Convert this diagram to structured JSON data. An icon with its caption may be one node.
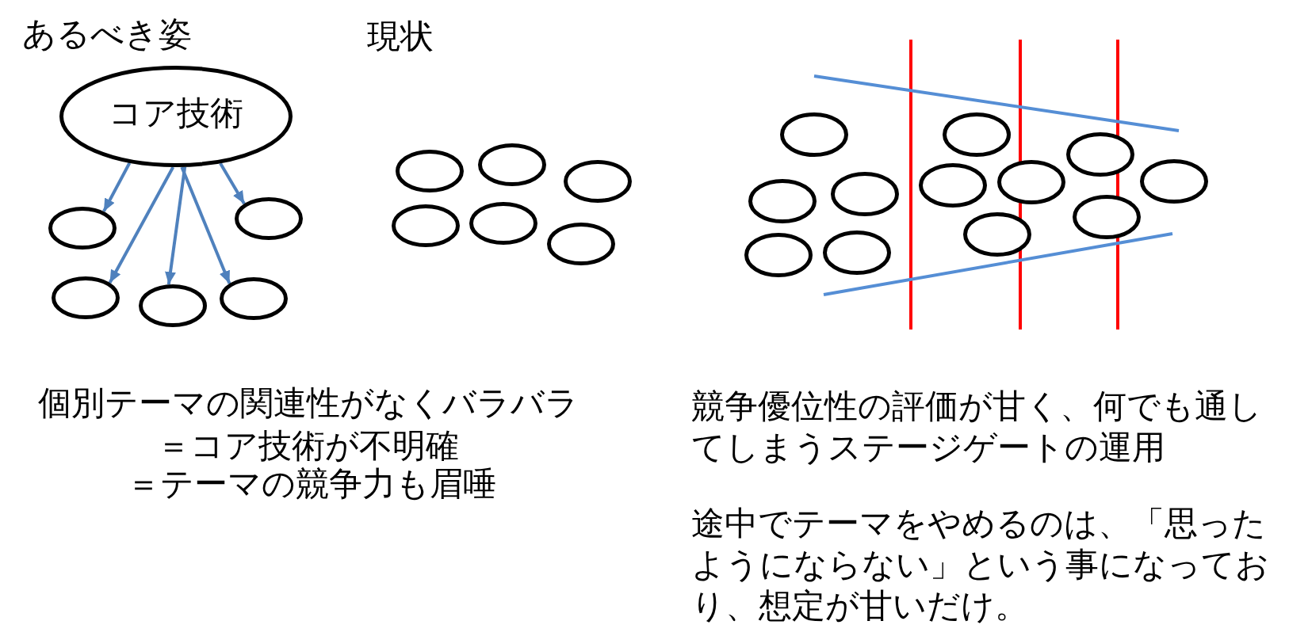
{
  "diagram": {
    "nodes": [
      {
        "text": [
          "コア技術"
        ]
      },
      {
        "text": [],
        "shape": "ellipse"
      },
      {
        "text": [],
        "shape": "ellipse"
      },
      {
        "text": [],
        "shape": "ellipse"
      },
      {
        "text": [],
        "shape": "ellipse"
      },
      {
        "text": [],
        "shape": "ellipse"
      },
      {
        "text": [],
        "shape": "ellipse"
      },
      {
        "text": [],
        "shape": "ellipse"
      },
      {
        "text": [],
        "shape": "ellipse"
      },
      {
        "text": [],
        "shape": "ellipse"
      },
      {
        "text": [],
        "shape": "ellipse"
      },
      {
        "text": [],
        "shape": "ellipse"
      },
      {
        "text": [],
        "shape": "ellipse"
      },
      {
        "text": [],
        "shape": "ellipse"
      },
      {
        "text": [],
        "shape": "ellipse"
      },
      {
        "text": [],
        "shape": "ellipse"
      },
      {
        "text": [],
        "shape": "ellipse"
      },
      {
        "text": [],
        "shape": "ellipse"
      },
      {
        "text": [],
        "shape": "ellipse"
      },
      {
        "text": [],
        "shape": "ellipse"
      },
      {
        "text": [],
        "shape": "ellipse"
      },
      {
        "text": [],
        "shape": "ellipse"
      },
      {
        "text": [],
        "shape": "ellipse"
      },
      {
        "text": [],
        "shape": "ellipse"
      }
    ],
    "edges": [
      {
        "from": 0,
        "to": 1,
        "arrow": "to"
      },
      {
        "from": 0,
        "to": 3,
        "arrow": "to"
      },
      {
        "from": 0,
        "to": 4,
        "arrow": "to"
      },
      {
        "from": 0,
        "to": 5,
        "arrow": "to"
      },
      {
        "from": 0,
        "to": 2,
        "arrow": "to"
      }
    ],
    "labels": [
      "あるべき姿",
      "現状",
      "個別テーマの関連性がなくバラバラ",
      "＝コア技術が不明確",
      "＝テーマの競争力も眉唾",
      "競争優位性の評価が甘く、何でも通してしまうステージゲートの運用",
      "途中でテーマをやめるのは、「思ったようにならない」という事になっており、想定が甘いだけ。"
    ]
  }
}
